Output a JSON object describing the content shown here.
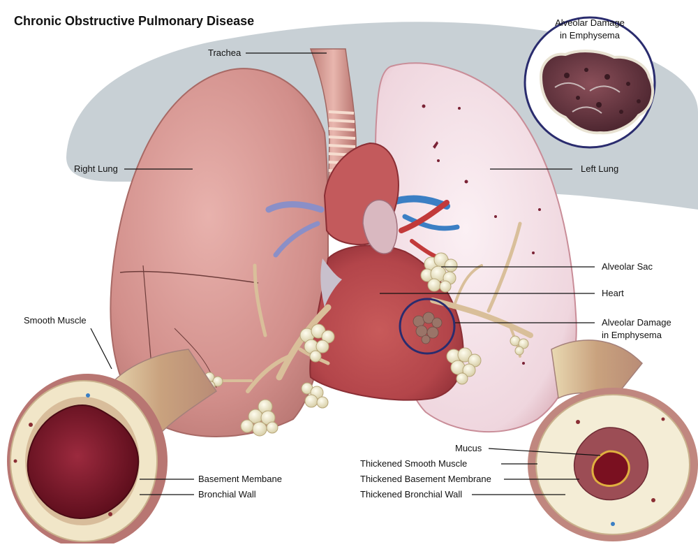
{
  "title": "Chronic Obstructive Pulmonary Disease",
  "labels": {
    "trachea": "Trachea",
    "right_lung": "Right Lung",
    "left_lung": "Left Lung",
    "inset_line1": "Alveolar Damage",
    "inset_line2": "in Emphysema",
    "alveolar_sac": "Alveolar Sac",
    "heart": "Heart",
    "alveolar_damage_line1": "Alveolar Damage",
    "alveolar_damage_line2": "in Emphysema",
    "smooth_muscle": "Smooth Muscle",
    "basement_membrane": "Basement Membane",
    "bronchial_wall": "Bronchial Wall",
    "mucus": "Mucus",
    "thickened_smooth_muscle": "Thickened Smooth Muscle",
    "thickened_basement_membrane": "Thickened Basement Membrane",
    "thickened_bronchial_wall": "Thickened Bronchial Wall"
  },
  "colors": {
    "lung_pink": "#d99a96",
    "lung_shadow": "#c07d7a",
    "emphysema_lung": "#f2dfe6",
    "heart_red": "#b8464a",
    "backdrop_gray": "#c4ccd1",
    "inset_ring": "#2a2c6e",
    "lumen_dark": "#6a1020",
    "bronchus_cream": "#f1e6c8",
    "alveoli_cream": "#f3edcf"
  }
}
